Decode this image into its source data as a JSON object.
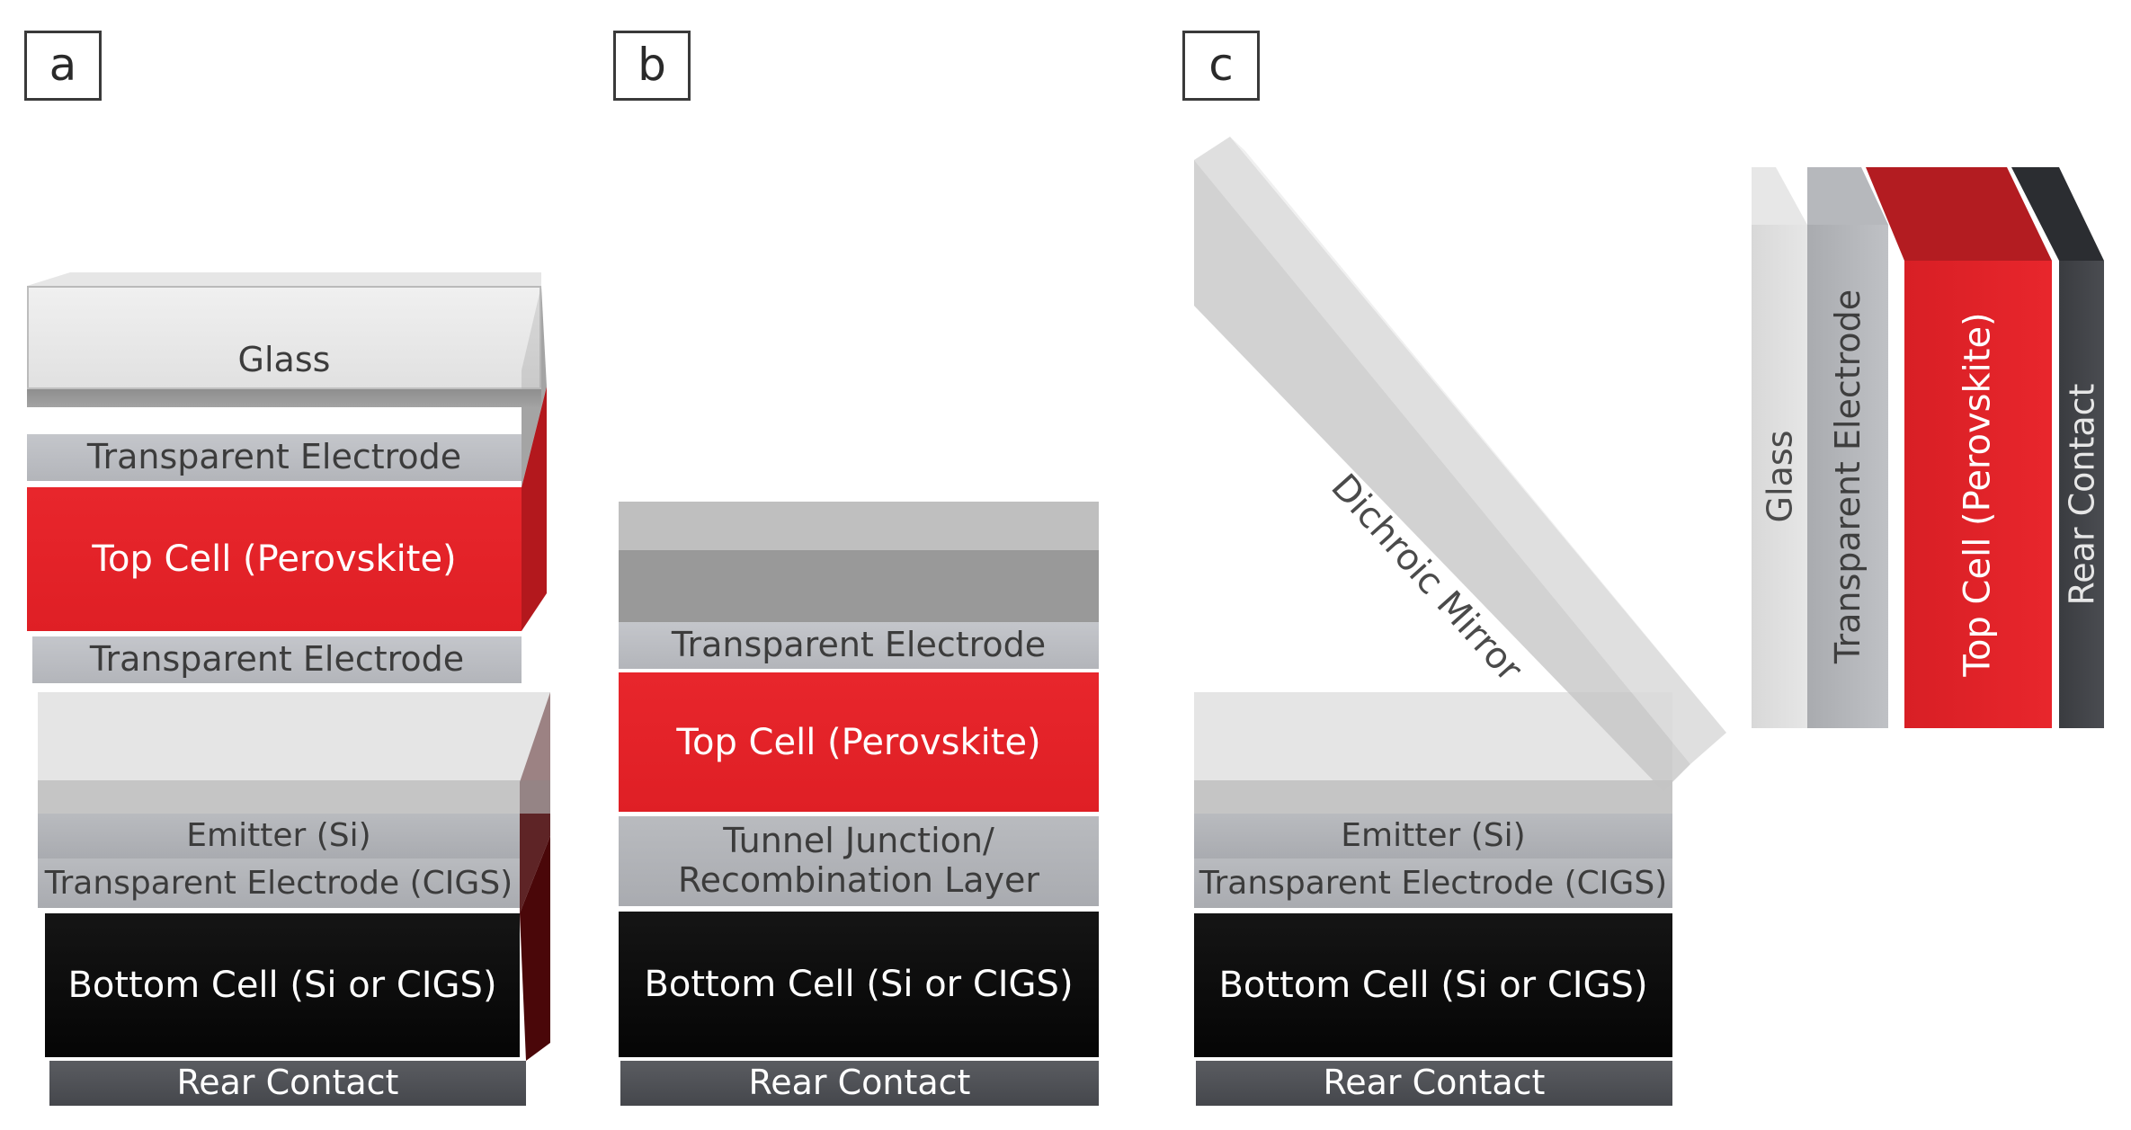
{
  "panels": {
    "a": {
      "label": "a",
      "layers": {
        "glass": "Glass",
        "te_top": "Transparent Electrode",
        "top_cell": "Top Cell (Perovskite)",
        "te_bottom": "Transparent Electrode",
        "emitter": "Emitter (Si)",
        "te_cigs": "Transparent Electrode (CIGS)",
        "bottom_cell": "Bottom Cell (Si or CIGS)",
        "rear_contact": "Rear Contact"
      }
    },
    "b": {
      "label": "b",
      "layers": {
        "te": "Transparent Electrode",
        "top_cell": "Top Cell (Perovskite)",
        "tunnel_line1": "Tunnel Junction/",
        "tunnel_line2": "Recombination Layer",
        "bottom_cell": "Bottom Cell (Si or CIGS)",
        "rear_contact": "Rear Contact"
      }
    },
    "c": {
      "label": "c",
      "mirror": "Dichroic Mirror",
      "layers": {
        "emitter": "Emitter (Si)",
        "te_cigs": "Transparent Electrode (CIGS)",
        "bottom_cell": "Bottom Cell (Si or CIGS)",
        "rear_contact": "Rear Contact"
      },
      "vertical_stack": {
        "glass": "Glass",
        "te": "Transparent Electrode",
        "top_cell": "Top Cell (Perovskite)",
        "rear_contact": "Rear Contact"
      }
    }
  },
  "colors": {
    "perovskite": "#e8262c",
    "bottom_cell": "#0a0a0a",
    "rear_contact": "#4e5055",
    "transparent_electrode": "#bcbec3",
    "glass": "#dcdcdc"
  }
}
